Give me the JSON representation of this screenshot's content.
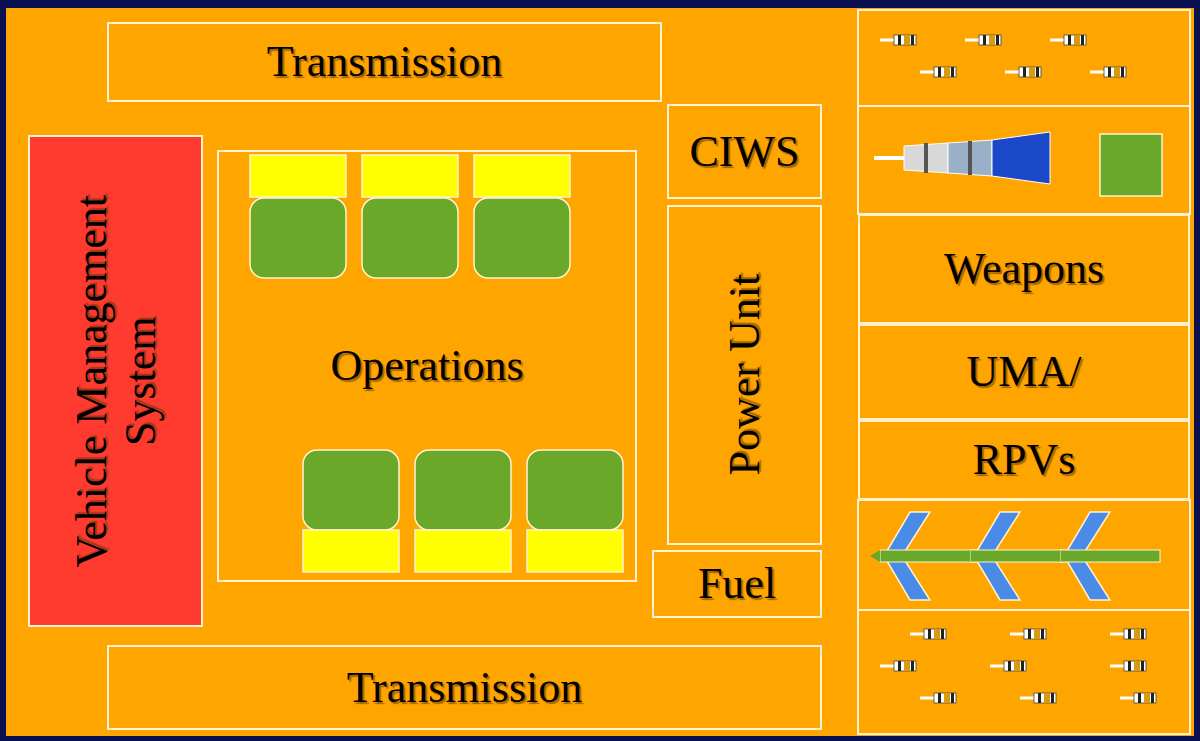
{
  "diagram": {
    "nodes": [
      {
        "text": [
          "Transmission"
        ]
      },
      {
        "text": [
          "Vehicle Management System"
        ]
      },
      {
        "text": [
          "Operations"
        ]
      },
      {
        "text": [
          "CIWS"
        ]
      },
      {
        "text": [
          "Power Unit"
        ]
      },
      {
        "text": [
          "Fuel"
        ]
      },
      {
        "text": [
          "Transmission"
        ]
      },
      {
        "text": [
          "Weapons"
        ]
      },
      {
        "text": [
          "UMA/"
        ]
      },
      {
        "text": [
          "RPVs"
        ]
      }
    ]
  }
}
